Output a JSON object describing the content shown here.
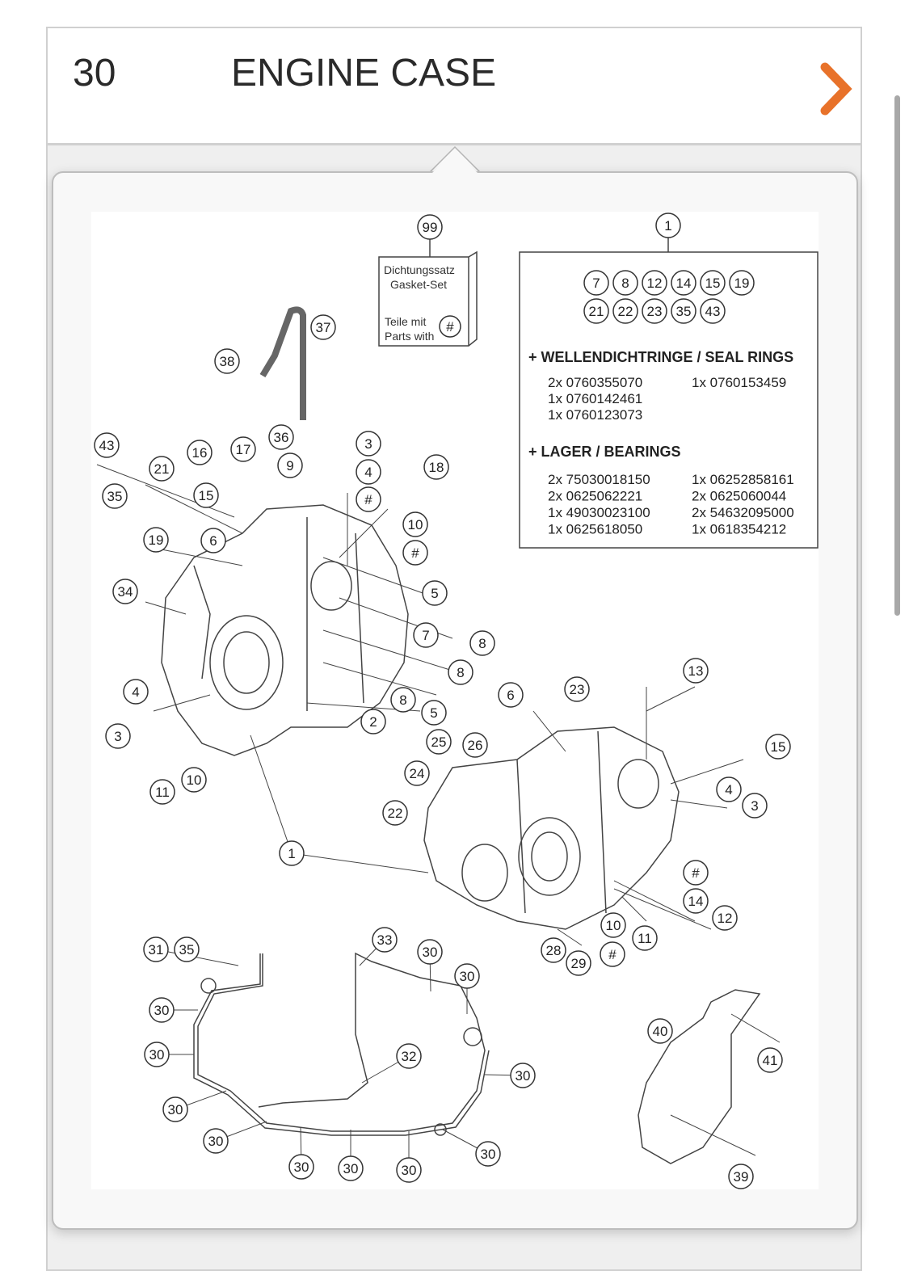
{
  "header": {
    "number": "30",
    "title": "ENGINE CASE",
    "next_icon": "chevron-right-icon"
  },
  "colors": {
    "accent": "#E8722A",
    "border": "#d0d0d0"
  },
  "gasket_set": {
    "line1": "Dichtungssatz",
    "line2": "Gasket-Set",
    "line3": "Teile mit",
    "line4": "Parts with",
    "mark": "#",
    "callout": "99"
  },
  "kit_box": {
    "callout": "1",
    "included_parts": [
      "7",
      "8",
      "12",
      "14",
      "15",
      "19",
      "21",
      "22",
      "23",
      "35",
      "43"
    ],
    "seal_rings_title": "+ WELLENDICHTRINGE / SEAL RINGS",
    "seal_rings_left": [
      "2x 0760355070",
      "1x 0760142461",
      "1x 0760123073"
    ],
    "seal_rings_right": [
      "1x 0760153459"
    ],
    "bearings_title": "+ LAGER / BEARINGS",
    "bearings_left": [
      "2x 75030018150",
      "2x 0625062221",
      "1x 49030023100",
      "1x 0625618050"
    ],
    "bearings_right": [
      "1x 06252858161",
      "2x 0625060044",
      "2x 54632095000",
      "1x 0618354212"
    ]
  },
  "diagram": {
    "callouts": [
      "37",
      "38",
      "43",
      "16",
      "17",
      "36",
      "3",
      "9",
      "4",
      "18",
      "21",
      "35",
      "15",
      "#",
      "10",
      "#",
      "19",
      "6",
      "34",
      "5",
      "7",
      "8",
      "8",
      "4",
      "8",
      "5",
      "2",
      "3",
      "6",
      "23",
      "13",
      "25",
      "26",
      "24",
      "15",
      "10",
      "11",
      "4",
      "3",
      "22",
      "1",
      "#",
      "14",
      "12",
      "10",
      "11",
      "28",
      "#",
      "29",
      "33",
      "31",
      "35",
      "30",
      "30",
      "30",
      "30",
      "32",
      "30",
      "40",
      "41",
      "30",
      "30",
      "30",
      "30",
      "30",
      "30",
      "39"
    ]
  }
}
